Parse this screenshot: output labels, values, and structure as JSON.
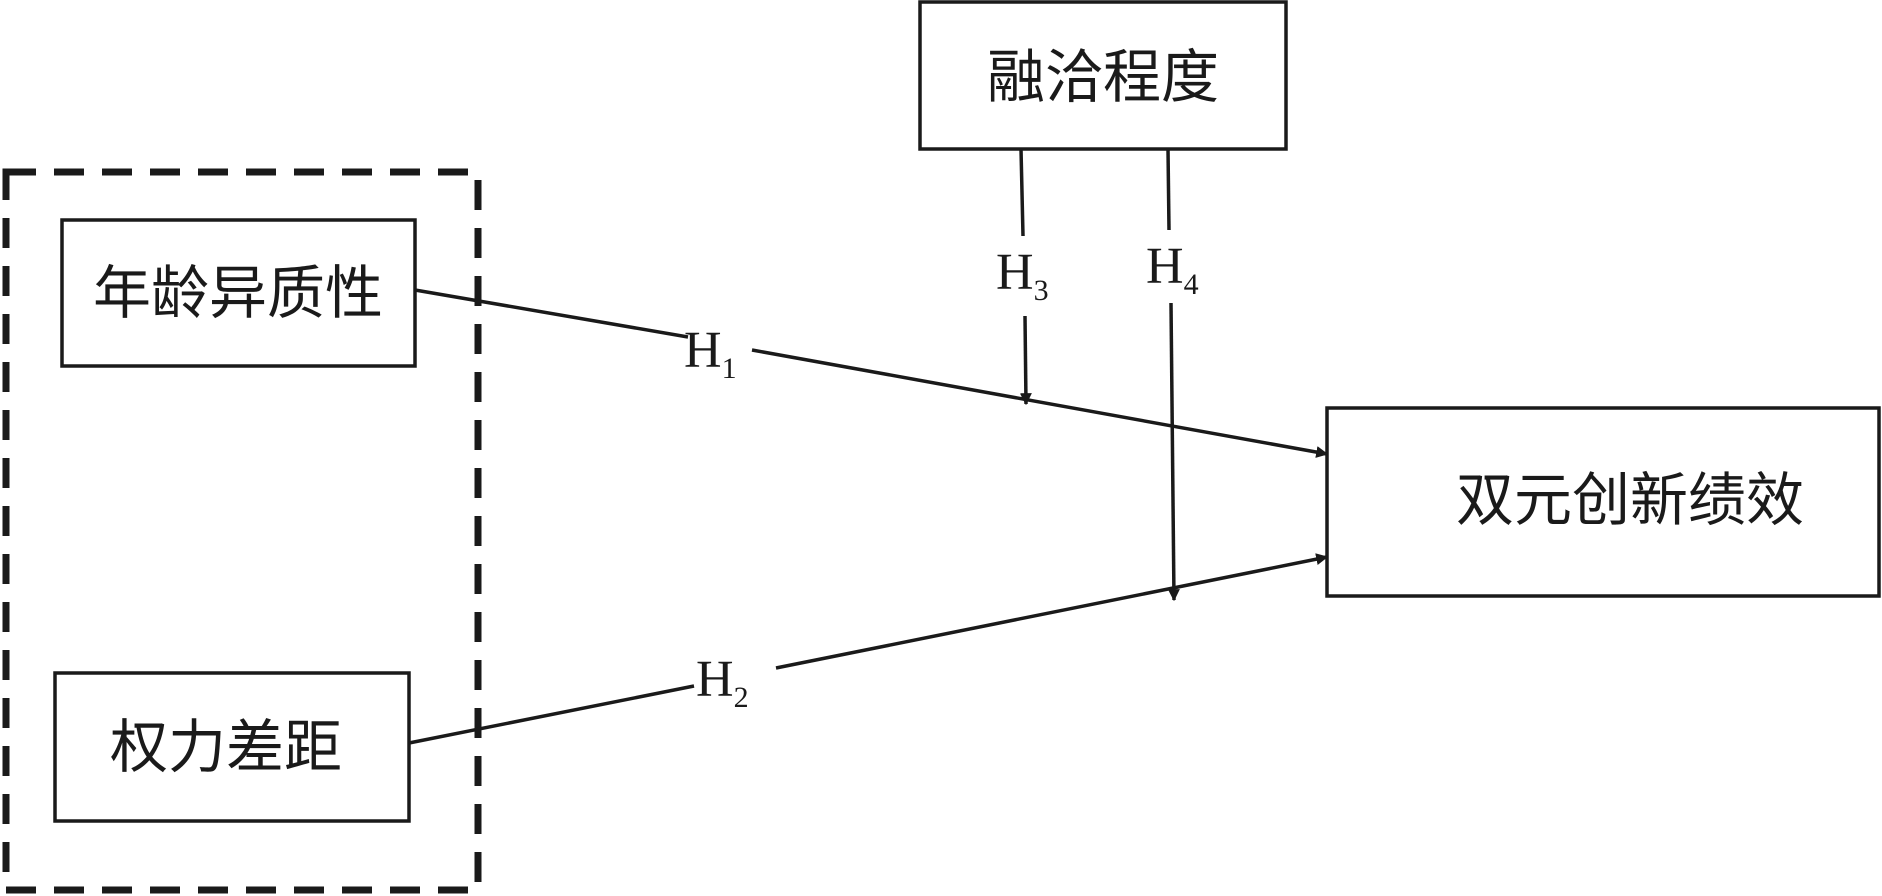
{
  "boxes": {
    "moderator": "融洽程度",
    "age_heterogeneity": "年龄异质性",
    "power_distance": "权力差距",
    "outcome": "双元创新绩效"
  },
  "hypotheses": [
    {
      "letter": "H",
      "sub": "1"
    },
    {
      "letter": "H",
      "sub": "2"
    },
    {
      "letter": "H",
      "sub": "3"
    },
    {
      "letter": "H",
      "sub": "4"
    }
  ]
}
